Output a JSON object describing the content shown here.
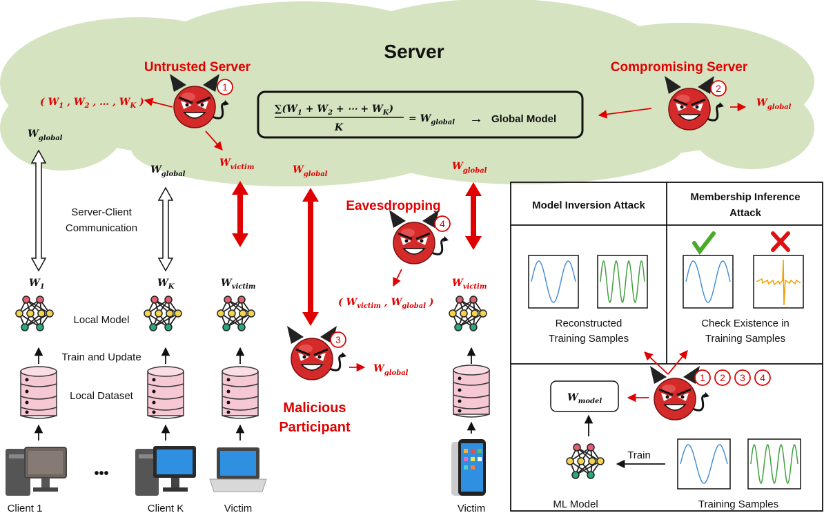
{
  "cloud": {
    "title": "Server",
    "untrusted_label": "Untrusted Server",
    "compromising_label": "Compromising Server",
    "formula": {
      "sum_prefix": "∑(",
      "w1": "W",
      "s1": "1",
      "plus1": " + ",
      "w2": "W",
      "s2": "2",
      "plus2": " + ⋯ + ",
      "wk": "W",
      "sk": "K",
      "close": ")",
      "denominator": "K",
      "eq": "= ",
      "wg": "W",
      "sg": "global",
      "arrow": "→",
      "result": "Global Model"
    },
    "weight_tuple": {
      "open": "( ",
      "w1": "W",
      "s1": "1",
      "c1": " , ",
      "w2": "W",
      "s2": "2",
      "c2": " , … , ",
      "wk": "W",
      "sk": "K",
      "close": " )"
    },
    "wglobal_left": {
      "w": "W",
      "s": "global"
    },
    "wglobal_mid": {
      "w": "W",
      "s": "global"
    },
    "wvictim_cloud": {
      "w": "W",
      "s": "victim"
    },
    "wglobal_right": {
      "w": "W",
      "s": "global"
    },
    "badge1": "1",
    "badge2": "2"
  },
  "channel": {
    "wglobal_a": {
      "w": "W",
      "s": "global"
    },
    "wglobal_b": {
      "w": "W",
      "s": "global"
    },
    "communication_line1": "Server-Client",
    "communication_line2": "Communication",
    "eavesdropping_label": "Eavesdropping",
    "badge3": "3",
    "badge4": "4",
    "eaves_tuple": {
      "open": "( ",
      "w1": "W",
      "s1": "victim",
      "c1": " , ",
      "w2": "W",
      "s2": "global",
      "close": " )"
    },
    "malicious_line1": "Malicious",
    "malicious_line2": "Participant",
    "malicious_wglobal": {
      "w": "W",
      "s": "global"
    }
  },
  "clients": {
    "w1": {
      "w": "W",
      "s": "1"
    },
    "wk": {
      "w": "W",
      "s": "K"
    },
    "wvictim": {
      "w": "W",
      "s": "victim"
    },
    "wvictim2": {
      "w": "W",
      "s": "victim"
    },
    "local_model": "Local Model",
    "train_update": "Train and Update",
    "local_dataset": "Local Dataset",
    "ellipsis": "•••",
    "client1": "Client 1",
    "clientk": "Client K",
    "victim1": "Victim",
    "victim2": "Victim"
  },
  "panel": {
    "mia_header": "Model Inversion Attack",
    "mem_header_line1": "Membership Inference",
    "mem_header_line2": "Attack",
    "recon_line1": "Reconstructed",
    "recon_line2": "Training Samples",
    "check_line1": "Check Existence in",
    "check_line2": "Training Samples",
    "badges": [
      "1",
      "2",
      "3",
      "4"
    ],
    "wmodel": {
      "w": "W",
      "s": "model"
    },
    "train_label": "Train",
    "ml_model": "ML Model",
    "training_samples": "Training Samples"
  },
  "colors": {
    "cloud": "#d5e3c0",
    "attack_red": "#e00000",
    "sine_blue": "#4a8fd4",
    "sine_green": "#3fa03f",
    "spike_orange": "#f0a000",
    "check_green": "#4caa28",
    "cross_red": "#dd1111",
    "node_red": "#e06070",
    "node_yellow": "#f4d44c",
    "node_green": "#2aa878",
    "db_pink": "#f6c8d4",
    "screen_blue": "#2f8fe0"
  }
}
